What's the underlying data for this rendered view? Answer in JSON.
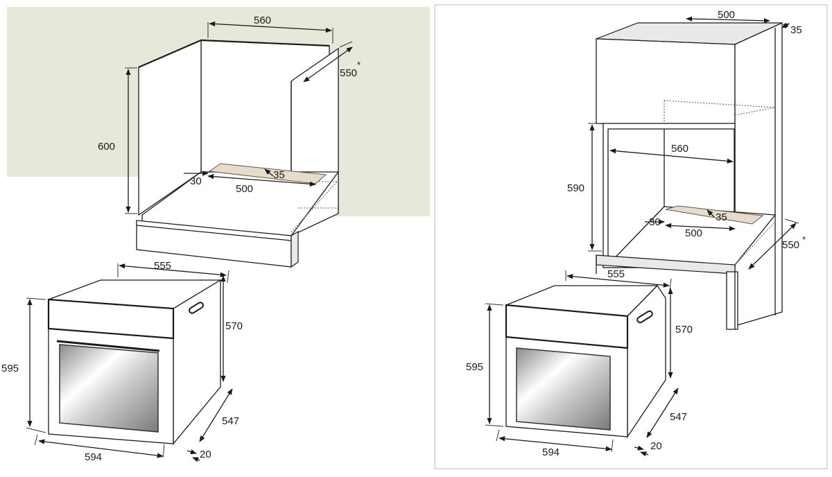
{
  "colors": {
    "wall": "#e7e8d9",
    "slot": "#e6dcc8",
    "line": "#1a1a1a",
    "panel_border": "#bbbbbb"
  },
  "left_panel": {
    "niche": {
      "width": "560",
      "depth": "550",
      "depth_asterisk": "*",
      "height": "600",
      "vent_width": "500",
      "vent_depth": "35",
      "vent_offset": "30"
    },
    "oven": {
      "top_depth": "555",
      "body_height": "570",
      "front_height": "595",
      "side_depth": "547",
      "front_width": "594",
      "door_depth": "20"
    }
  },
  "right_panel": {
    "cabinet": {
      "top_width": "500",
      "top_depth": "35",
      "niche_width": "560",
      "niche_height": "590",
      "vent_depth": "35",
      "vent_offset": "30",
      "vent_width": "500",
      "depth": "550",
      "depth_asterisk": "*"
    },
    "oven": {
      "top_depth": "555",
      "body_height": "570",
      "front_height": "595",
      "side_depth": "547",
      "front_width": "594",
      "door_depth": "20"
    }
  }
}
